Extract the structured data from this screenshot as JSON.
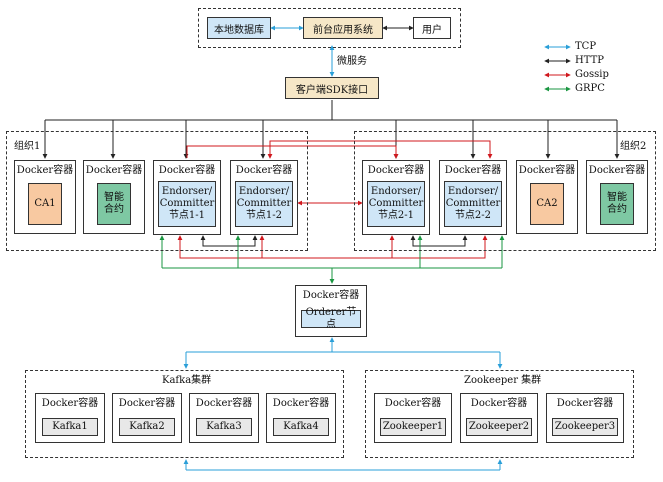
{
  "top": {
    "local_db": "本地数据库",
    "app_system": "前台应用系统",
    "user": "用户"
  },
  "micro_service": "微服务",
  "sdk": "客户端SDK接口",
  "legend": [
    {
      "name": "TCP",
      "color": "#2a9fd8"
    },
    {
      "name": "HTTP",
      "color": "#222222"
    },
    {
      "name": "Gossip",
      "color": "#d0181e"
    },
    {
      "name": "GRPC",
      "color": "#1a9641"
    }
  ],
  "org1": {
    "label": "组织1",
    "ca": {
      "container": "Docker容器",
      "content": "CA1"
    },
    "contract": {
      "container": "Docker容器",
      "content": "智能合约"
    },
    "peer1": {
      "container": "Docker容器",
      "content": "Endorser/ Committer 节点1-1"
    },
    "peer2": {
      "container": "Docker容器",
      "content": "Endorser/ Committer 节点1-2"
    }
  },
  "org2": {
    "label": "组织2",
    "peer1": {
      "container": "Docker容器",
      "content": "Endorser/ Committer 节点2-1"
    },
    "peer2": {
      "container": "Docker容器",
      "content": "Endorser/ Committer 节点2-2"
    },
    "ca": {
      "container": "Docker容器",
      "content": "CA2"
    },
    "contract": {
      "container": "Docker容器",
      "content": "智能合约"
    }
  },
  "orderer": {
    "container": "Docker容器",
    "content": "Orderer节点"
  },
  "kafka": {
    "label": "Kafka集群",
    "nodes": [
      {
        "container": "Docker容器",
        "content": "Kafka1"
      },
      {
        "container": "Docker容器",
        "content": "Kafka2"
      },
      {
        "container": "Docker容器",
        "content": "Kafka3"
      },
      {
        "container": "Docker容器",
        "content": "Kafka4"
      }
    ]
  },
  "zookeeper": {
    "label": "Zookeeper 集群",
    "nodes": [
      {
        "container": "Docker容器",
        "content": "Zookeeper1"
      },
      {
        "container": "Docker容器",
        "content": "Zookeeper2"
      },
      {
        "container": "Docker容器",
        "content": "Zookeeper3"
      }
    ]
  }
}
